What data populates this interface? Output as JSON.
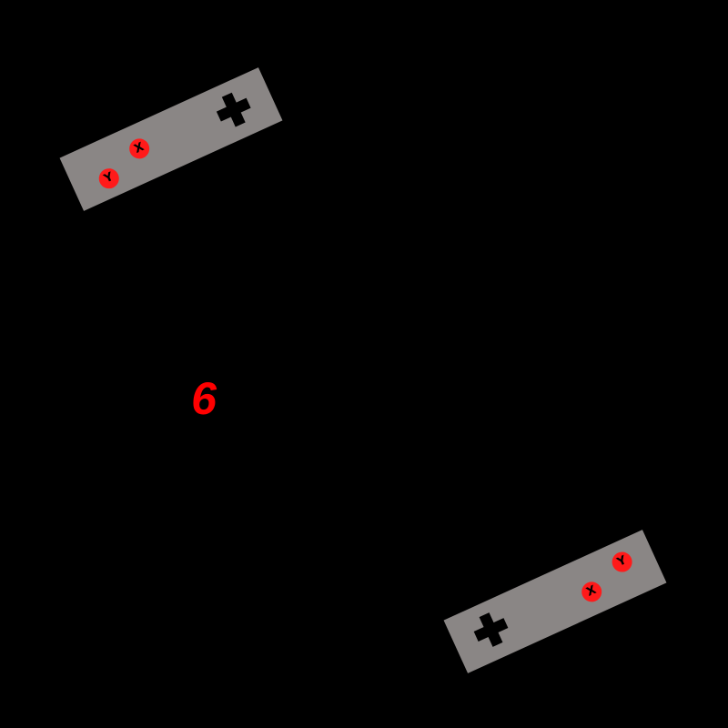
{
  "colors": {
    "background": "#000000",
    "controller_body": "#8a8685",
    "button": "#ff1a1a",
    "number": "#ff0000"
  },
  "center_label": "6",
  "controllers": [
    {
      "id": "top",
      "icon": "dpad-plus-icon",
      "buttons": [
        "Y",
        "X"
      ]
    },
    {
      "id": "bottom",
      "icon": "dpad-plus-icon",
      "buttons": [
        "X",
        "Y"
      ]
    }
  ]
}
